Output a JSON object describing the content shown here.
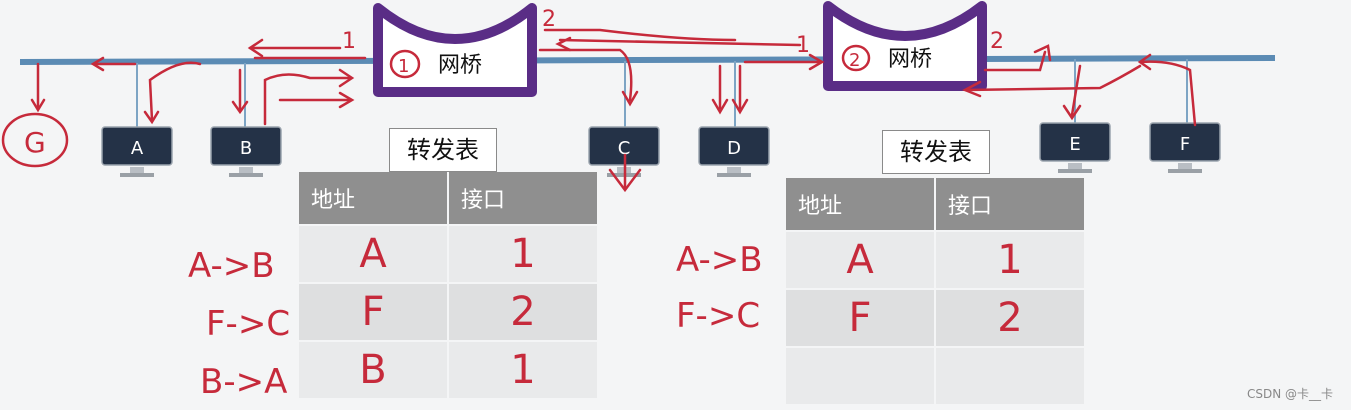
{
  "bridges": [
    {
      "label": "网桥",
      "port1": "1",
      "port2": "2",
      "id_mark": "1"
    },
    {
      "label": "网桥",
      "port1": "1",
      "port2": "2",
      "id_mark": "2"
    }
  ],
  "hosts": [
    "A",
    "B",
    "C",
    "D",
    "E",
    "F"
  ],
  "extra_host": "G",
  "tables": [
    {
      "title": "转发表",
      "headers": [
        "地址",
        "接口"
      ],
      "rows": [
        [
          "A",
          "1"
        ],
        [
          "F",
          "2"
        ],
        [
          "B",
          "1"
        ]
      ],
      "row_notes": [
        "A->B",
        "F->C",
        "B->A"
      ]
    },
    {
      "title": "转发表",
      "headers": [
        "地址",
        "接口"
      ],
      "rows": [
        [
          "A",
          "1"
        ],
        [
          "F",
          "2"
        ],
        [
          "",
          ""
        ]
      ],
      "row_notes": [
        "A->B",
        "F->C"
      ]
    }
  ],
  "watermark": "CSDN @卡__卡",
  "colors": {
    "bus": "#5b8bb4",
    "bridge": "#5a2d86",
    "ink": "#c62a3b",
    "monitor": "#243247"
  }
}
